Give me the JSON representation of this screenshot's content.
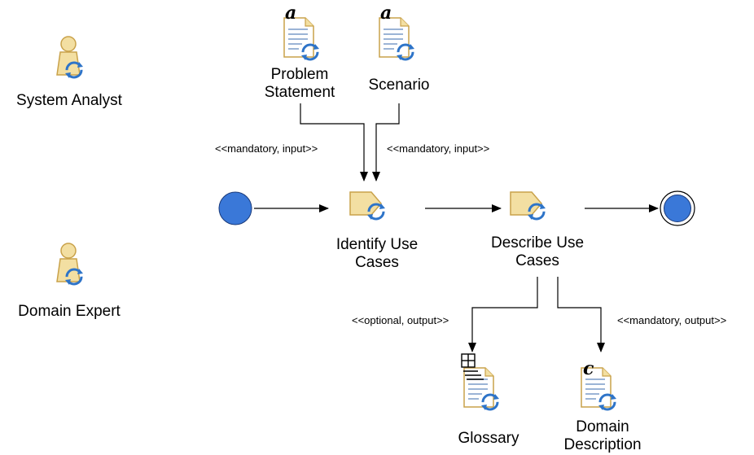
{
  "roles": [
    {
      "id": "system-analyst",
      "label": "System Analyst"
    },
    {
      "id": "domain-expert",
      "label": "Domain Expert"
    }
  ],
  "tasks": [
    {
      "id": "identify-use-cases",
      "label_line1": "Identify Use",
      "label_line2": "Cases"
    },
    {
      "id": "describe-use-cases",
      "label_line1": "Describe Use",
      "label_line2": "Cases"
    }
  ],
  "artifacts": [
    {
      "id": "problem-statement",
      "letter": "a",
      "label_line1": "Problem",
      "label_line2": "Statement"
    },
    {
      "id": "scenario",
      "letter": "a",
      "label_line1": "Scenario",
      "label_line2": ""
    },
    {
      "id": "glossary",
      "letter": "",
      "label_line1": "Glossary",
      "label_line2": ""
    },
    {
      "id": "domain-description",
      "letter": "c",
      "label_line1": "Domain",
      "label_line2": "Description"
    }
  ],
  "edge_labels": {
    "problem_to_identify": "<<mandatory, input>>",
    "scenario_to_identify": "<<mandatory, input>>",
    "describe_to_glossary": "<<optional, output>>",
    "describe_to_domain": "<<mandatory, output>>"
  },
  "colors": {
    "node_fill": "#3a78d8",
    "node_stroke": "#1a3a7a",
    "icon_tan": "#f3dfa2",
    "icon_tan_dark": "#c9a24a",
    "icon_blue": "#2e74c8",
    "doc_lines": "#7a9cc8"
  }
}
